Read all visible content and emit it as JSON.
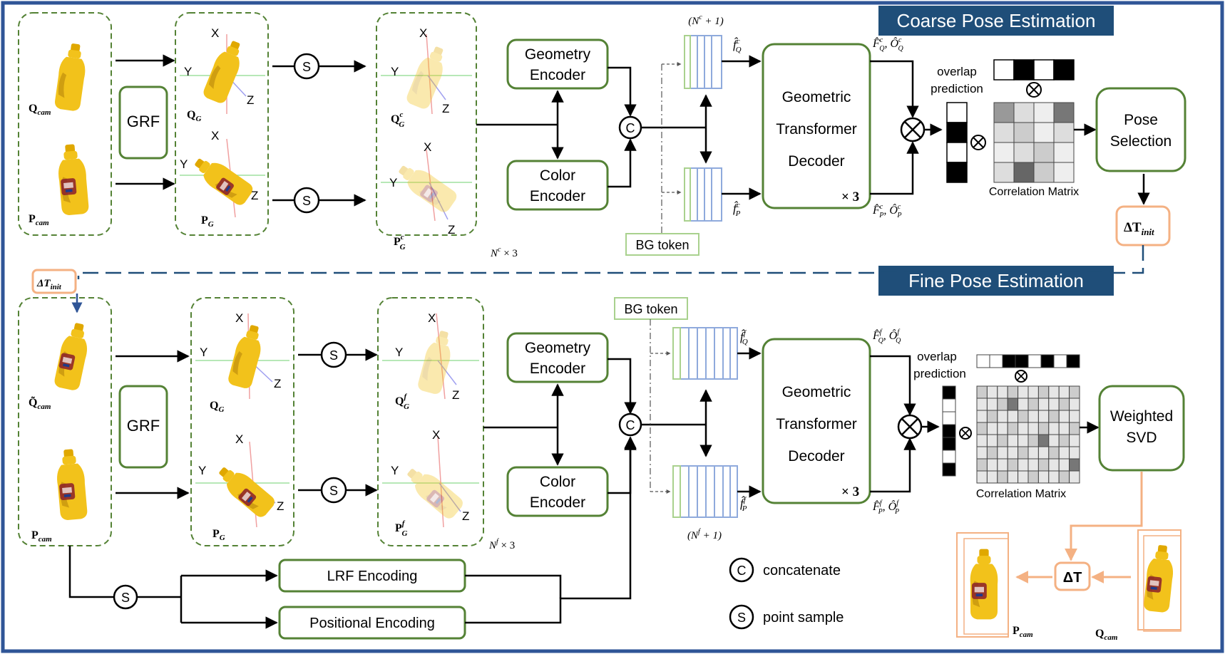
{
  "coarse": {
    "banner": "Coarse Pose Estimation",
    "q_cam": "Q",
    "q_cam_sub": "cam",
    "p_cam": "P",
    "p_cam_sub": "cam",
    "grf": "GRF",
    "q_g": "Q",
    "q_g_sub": "G",
    "p_g": "P",
    "p_g_sub": "G",
    "q_gc": "Q",
    "q_gc_sub": "G",
    "q_gc_sup": "c",
    "p_gc": "P",
    "p_gc_sub": "G",
    "p_gc_sup": "c",
    "nc3": "N",
    "nc3_sup": "c",
    "nc3_rest": " × 3",
    "axis_x": "X",
    "axis_y": "Y",
    "axis_z": "Z",
    "sample": "S",
    "geometry_encoder_l1": "Geometry",
    "geometry_encoder_l2": "Encoder",
    "color_encoder_l1": "Color",
    "color_encoder_l2": "Encoder",
    "concat": "C",
    "token_count": "(N",
    "token_count_sup": "c",
    "token_count_rest": " + 1)",
    "bg_token": "BG token",
    "fq": "f̂",
    "fq_sub": "Q",
    "fq_sup": "c",
    "fp": "f̂",
    "fp_sub": "P",
    "fp_sup": "c",
    "decoder_l1": "Geometric",
    "decoder_l2": "Transformer",
    "decoder_l3": "Decoder",
    "decoder_times": "× 3",
    "FO_q": "F̂",
    "FO_q_sub": "Q",
    "FO_q_sup": "c",
    "FO_q_mid": ", Ô",
    "FO_q_sub2": "Q",
    "FO_q_sup2": "c",
    "FO_p": "F̂",
    "FO_p_sub": "P",
    "FO_p_sup": "c",
    "FO_p_mid": ", Ô",
    "FO_p_sub2": "P",
    "FO_p_sup2": "c",
    "overlap_l1": "overlap",
    "overlap_l2": "prediction",
    "correlation": "Correlation Matrix",
    "pose_sel_l1": "Pose",
    "pose_sel_l2": "Selection",
    "dt_init": "ΔT",
    "dt_init_sub": "init"
  },
  "fine": {
    "banner": "Fine Pose Estimation",
    "dt_init": "ΔT",
    "dt_init_sub": "init",
    "q_cam": "Q̃",
    "q_cam_sub": "cam",
    "p_cam": "P",
    "p_cam_sub": "cam",
    "grf": "GRF",
    "q_g": "Q",
    "q_g_sub": "G",
    "p_g": "P",
    "p_g_sub": "G",
    "q_gf": "Q",
    "q_gf_sub": "G",
    "q_gf_sup": "f",
    "p_gf": "P",
    "p_gf_sub": "G",
    "p_gf_sup": "f",
    "nf3": "N",
    "nf3_sup": "f",
    "nf3_rest": " × 3",
    "axis_x": "X",
    "axis_y": "Y",
    "axis_z": "Z",
    "sample": "S",
    "geometry_encoder_l1": "Geometry",
    "geometry_encoder_l2": "Encoder",
    "color_encoder_l1": "Color",
    "color_encoder_l2": "Encoder",
    "concat": "C",
    "token_count": "(N",
    "token_count_sup": "f",
    "token_count_rest": " + 1)",
    "bg_token": "BG token",
    "fq": "f̂",
    "fq_sub": "Q",
    "fq_sup": "f",
    "fp": "f̂",
    "fp_sub": "P",
    "fp_sup": "f",
    "decoder_l1": "Geometric",
    "decoder_l2": "Transformer",
    "decoder_l3": "Decoder",
    "decoder_times": "× 3",
    "FO_q": "F̂",
    "FO_q_sub": "Q",
    "FO_q_sup": "f",
    "FO_q_mid": ", Ô",
    "FO_q_sub2": "Q",
    "FO_q_sup2": "f",
    "FO_p": "F̂",
    "FO_p_sub": "P",
    "FO_p_sup": "f",
    "FO_p_mid": ", Ô",
    "FO_p_sub2": "P",
    "FO_p_sup2": "f",
    "overlap_l1": "overlap",
    "overlap_l2": "prediction",
    "correlation": "Correlation Matrix",
    "svd_l1": "Weighted",
    "svd_l2": "SVD",
    "lrf": "LRF Encoding",
    "positional": "Positional Encoding",
    "dt": "ΔT",
    "out_p": "P",
    "out_p_sub": "cam",
    "out_q": "Q",
    "out_q_sub": "cam"
  },
  "legend": {
    "c_symbol": "C",
    "c_label": "concatenate",
    "s_symbol": "S",
    "s_label": "point sample"
  },
  "colors": {
    "frame": "#2f5597",
    "banner": "#1f4e79",
    "green": "#548235",
    "orange": "#f4b183",
    "token_green": "#a9d18e",
    "token_blue": "#8faadc",
    "dash_blue": "#1f4e79",
    "bottle": "#f2c21b"
  }
}
